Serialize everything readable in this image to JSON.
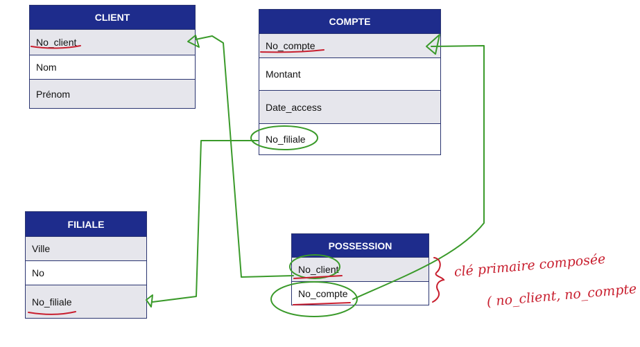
{
  "tables": {
    "client": {
      "title": "CLIENT",
      "fields": [
        "No_client",
        "Nom",
        "Prénom"
      ]
    },
    "compte": {
      "title": "COMPTE",
      "fields": [
        "No_compte",
        "Montant",
        "Date_access",
        "No_filiale"
      ]
    },
    "filiale": {
      "title": "FILIALE",
      "fields": [
        "Ville",
        "No",
        "No_filiale"
      ]
    },
    "possession": {
      "title": "POSSESSION",
      "fields": [
        "No_client",
        "No_compte"
      ]
    }
  },
  "annotation": {
    "line1": "clé primaire composée",
    "line2": "( no_client, no_compte"
  },
  "colors": {
    "header": "#1e2c8c",
    "link_green": "#3a9a2a",
    "annotation_red": "#c81e2e"
  }
}
